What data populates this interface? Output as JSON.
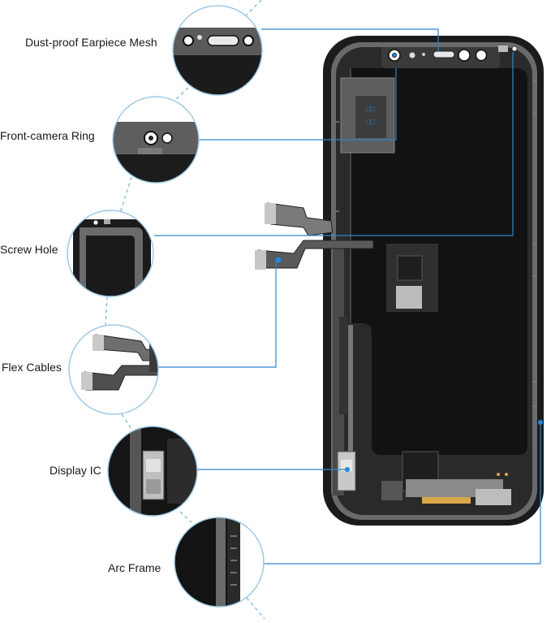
{
  "callouts": [
    {
      "id": "earpiece",
      "label": "Dust-proof Earpiece Mesh",
      "icon": "earpiece-mesh-zoom"
    },
    {
      "id": "camera",
      "label": "Front-camera Ring",
      "icon": "camera-ring-zoom"
    },
    {
      "id": "screw",
      "label": "Screw Hole",
      "icon": "screw-hole-zoom"
    },
    {
      "id": "flex",
      "label": "Flex Cables",
      "icon": "flex-cable-zoom"
    },
    {
      "id": "ic",
      "label": "Display IC",
      "icon": "display-ic-zoom"
    },
    {
      "id": "arc",
      "label": "Arc Frame",
      "icon": "arc-frame-zoom"
    }
  ],
  "colors": {
    "leader_line": "#2d86c9",
    "accent_dot": "#1e88e5",
    "frame_black": "#1b1b1b",
    "panel_dark": "#121212",
    "circle_border": "#9fc9e6",
    "dashed_path": "#6fb0de"
  }
}
